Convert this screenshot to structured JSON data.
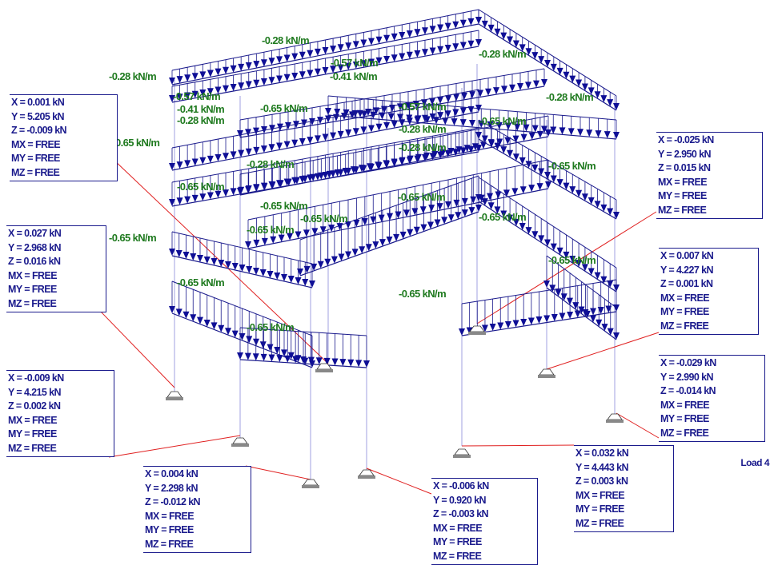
{
  "caption": "Load 4",
  "load_labels": [
    "-0.28 kN/m",
    "-0.57 kN/m",
    "-0.41 kN/m",
    "-0.28 kN/m",
    "-0.28 kN/m",
    "-0.28 kN/m",
    "-0.57 kN/m",
    "-0.41 kN/m",
    "-0.28 kN/m",
    "-0.65 kN/m",
    "-0.57 kN/m",
    "-0.28 kN/m",
    "-0.65 kN/m",
    "-0.28 kN/m",
    "0.65 kN/m",
    "-0.28 kN/m",
    "-0.65 kN/m",
    "-0.65 kN/m",
    "-0.65 kN/m",
    "-0.65 kN/m",
    "-0.65 kN/m",
    "-0.65 kN/m",
    "-0.65 kN/m",
    "-0.65 kN/m",
    "-0.65 kN/m",
    "-0.65 kN/m",
    "-0.65 kN/m",
    "-0.65 kN/m"
  ],
  "reactions": [
    {
      "lines": [
        "X = 0.001 kN",
        "Y = 5.205 kN",
        "Z = -0.009 kN",
        "MX = FREE",
        "MY = FREE",
        "MZ = FREE"
      ]
    },
    {
      "lines": [
        "X = 0.027 kN",
        "Y = 2.968 kN",
        "Z = 0.016 kN",
        "MX = FREE",
        "MY = FREE",
        "MZ = FREE"
      ]
    },
    {
      "lines": [
        "X = -0.009 kN",
        "Y = 4.215 kN",
        "Z = 0.002 kN",
        "MX = FREE",
        "MY = FREE",
        "MZ = FREE"
      ]
    },
    {
      "lines": [
        "X = 0.004 kN",
        "Y = 2.298 kN",
        "Z = -0.012 kN",
        "MX = FREE",
        "MY = FREE",
        "MZ = FREE"
      ]
    },
    {
      "lines": [
        "X = -0.006 kN",
        "Y = 0.920 kN",
        "Z = -0.003 kN",
        "MX = FREE",
        "MY = FREE",
        "MZ = FREE"
      ]
    },
    {
      "lines": [
        "X = 0.032 kN",
        "Y = 4.443 kN",
        "Z = 0.003 kN",
        "MX = FREE",
        "MY = FREE",
        "MZ = FREE"
      ]
    },
    {
      "lines": [
        "X = -0.029 kN",
        "Y = 2.990 kN",
        "Z = -0.014 kN",
        "MX = FREE",
        "MY = FREE",
        "MZ = FREE"
      ]
    },
    {
      "lines": [
        "X = 0.007 kN",
        "Y = 4.227 kN",
        "Z = 0.001 kN",
        "MX = FREE",
        "MY = FREE",
        "MZ = FREE"
      ]
    },
    {
      "lines": [
        "X = -0.025 kN",
        "Y = 2.950 kN",
        "Z = 0.015 kN",
        "MX = FREE",
        "MY = FREE",
        "MZ = FREE"
      ]
    }
  ],
  "colors": {
    "load": "#1a1a8c",
    "arrow": "#0f0f96",
    "label": "#1f7a1f",
    "leader": "#e02020",
    "column": "#a0a0e0",
    "text": "#1a1a8c"
  }
}
